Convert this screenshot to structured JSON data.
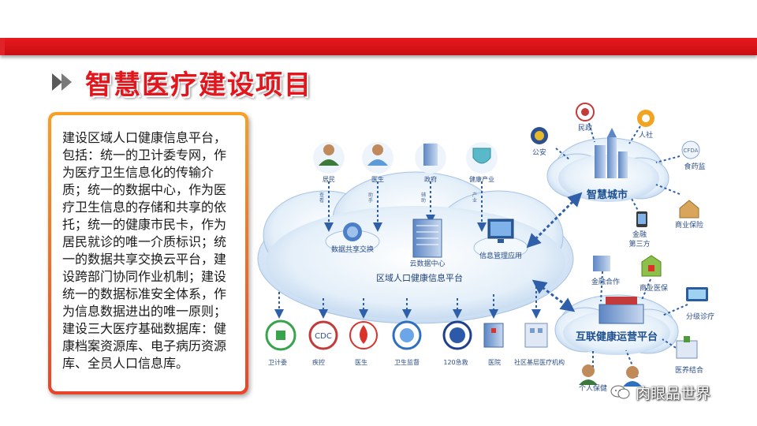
{
  "title": "智慧医疗建设项目",
  "description": "建设区域人口健康信息平台，包括：统一的卫计委专网，作为医疗卫生信息化的传输介质；统一的数据中心，作为医疗卫生信息的存储和共享的依托；统一的健康市民卡，作为居民就诊的唯一介质标识；统一的数据共享交换云平台，建设跨部门协同作业机制；建设统一的数据标准安全体系，作为信息数据进出的唯一原则；建设三大医疗基础数据库：健康档案资源库、电子病历资源库、全员人口信息库。",
  "diagram": {
    "top_nodes": [
      "居民",
      "医生",
      "政府",
      "健康产业"
    ],
    "top_link_labels": [
      "查看",
      "助手",
      "辅助",
      "产业"
    ],
    "platform": {
      "name": "区域人口健康信息平台",
      "modules": [
        "数据共享交换",
        "云数据中心",
        "信息管理应用"
      ]
    },
    "bottom_nodes": [
      "卫计委",
      "疾控",
      "医生",
      "卫生监督",
      "120急救",
      "医院",
      "社区基层医疗机构"
    ],
    "smart_city": {
      "name": "智慧城市",
      "nodes": [
        "公安",
        "民政",
        "人社",
        "食药监",
        "商业保险",
        "金融\\第三方"
      ]
    },
    "internet_platform": {
      "name": "互联健康运营平台",
      "nodes": [
        "金融合作",
        "商业医保",
        "分级诊疗",
        "医养结合",
        "个人保健"
      ]
    }
  },
  "watermark": "肉眼品世界",
  "colors": {
    "brand_red": "#e2161c",
    "band_red": "#d51218",
    "frame_orange": "#f39a23",
    "cloud_blue": "#dbe9f8",
    "link_blue": "#2f5fa8"
  }
}
